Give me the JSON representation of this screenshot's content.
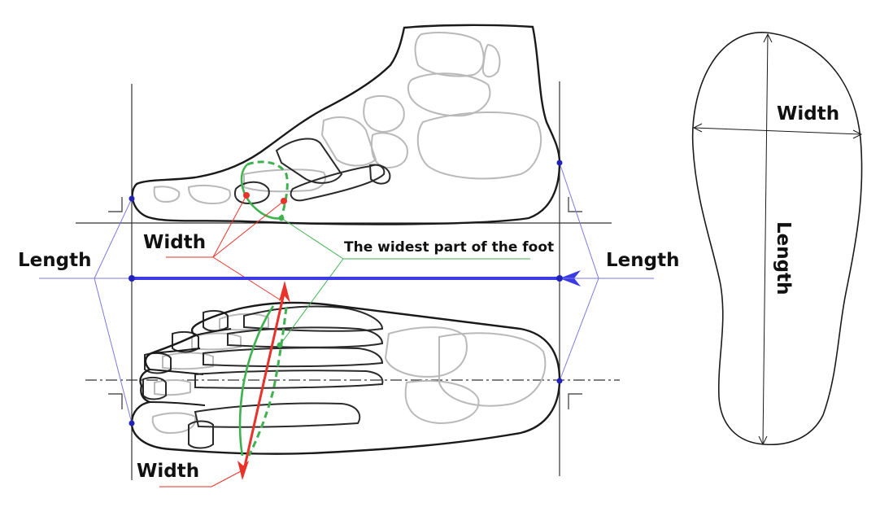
{
  "labels": {
    "length_left": "Length",
    "length_right": "Length",
    "width_top": "Width",
    "width_bottom": "Width",
    "widest_part": "The widest part of the foot",
    "outline_width": "Width",
    "outline_length": "Length"
  },
  "colors": {
    "measure_blue": "#3a3ae6",
    "guide_blue": "#7a7ae0",
    "width_red": "#e8322a",
    "widest_green": "#3fb24f",
    "outline": "#1a1a1a",
    "bone_gray": "#b9b9b9"
  }
}
